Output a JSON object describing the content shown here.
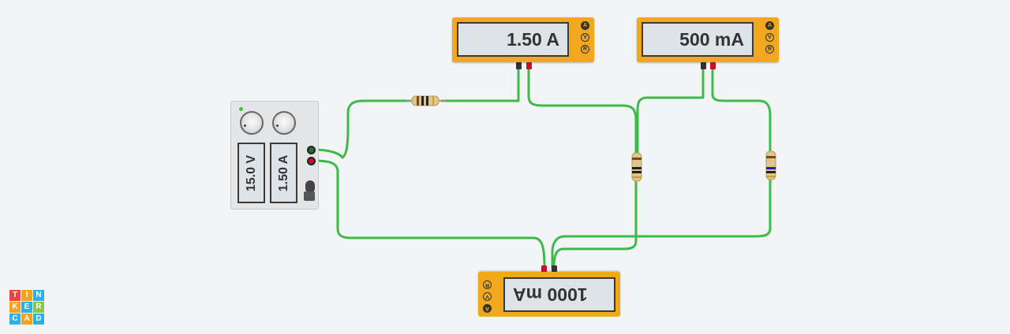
{
  "ammeter_top_left": {
    "reading": "1.50 A",
    "modes": [
      "A",
      "V",
      "R"
    ],
    "active_mode": "A"
  },
  "ammeter_top_right": {
    "reading": "500 mA",
    "modes": [
      "A",
      "V",
      "R"
    ],
    "active_mode": "A"
  },
  "ammeter_bottom": {
    "reading": "1000 mA",
    "modes": [
      "A",
      "V",
      "R"
    ],
    "active_mode": "A"
  },
  "power_supply": {
    "voltage": "15.0 V",
    "current": "1.50 A"
  },
  "logo": {
    "letters": [
      "T",
      "I",
      "N",
      "K",
      "E",
      "R",
      "C",
      "A",
      "D"
    ]
  },
  "colors": {
    "wire": "#3dba4a",
    "meter_body": "#f2a81d",
    "terminal_positive": "#c8102e",
    "terminal_negative": "#333333",
    "logo_tiles": [
      "#e8453c",
      "#f7a21b",
      "#2cb1e6",
      "#f7a21b",
      "#2cb1e6",
      "#8dc63f",
      "#2cb1e6",
      "#f7a21b",
      "#2cb1e6"
    ]
  }
}
